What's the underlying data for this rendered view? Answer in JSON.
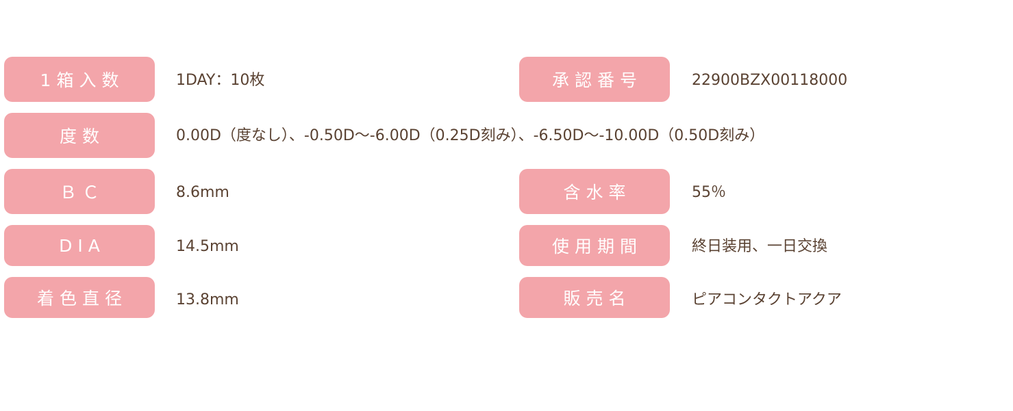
{
  "specs": [
    {
      "label": "1箱入数",
      "value": "1DAY：10枚"
    },
    {
      "label": "承認番号",
      "value": "22900BZX00118000"
    },
    {
      "label": "度数",
      "value": "0.00D（度なし）、-0.50D～-6.00D（0.25D刻み）、-6.50D～-10.00D（0.50D刻み）"
    },
    {
      "label": "ＢＣ",
      "value": "8.6mm"
    },
    {
      "label": "含水率",
      "value": "55％"
    },
    {
      "label": "DIA",
      "value": "14.5mm"
    },
    {
      "label": "使用期間",
      "value": "終日装用、一日交換"
    },
    {
      "label": "着色直径",
      "value": "13.8mm"
    },
    {
      "label": "販売名",
      "value": "ピアコンタクトアクア"
    }
  ],
  "colors": {
    "label_bg": "#f3a5aa",
    "text": "#5a4232"
  }
}
